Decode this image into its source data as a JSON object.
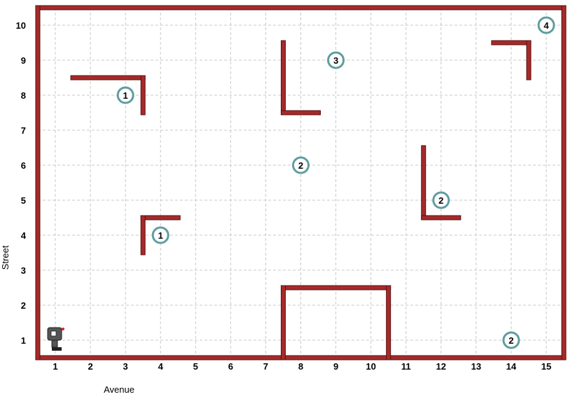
{
  "world": {
    "avenues": 15,
    "streets": 10,
    "colors": {
      "wall_fill": "#a52a2a",
      "wall_edge": "#5a1010",
      "grid": "#c8c8c8",
      "beeper_ring": "#5f9ea0",
      "robot_body": "#555555"
    }
  },
  "axes": {
    "x_title": "Avenue",
    "y_title": "Street",
    "x_ticks": [
      "1",
      "2",
      "3",
      "4",
      "5",
      "6",
      "7",
      "8",
      "9",
      "10",
      "11",
      "12",
      "13",
      "14",
      "15"
    ],
    "y_ticks": [
      "1",
      "2",
      "3",
      "4",
      "5",
      "6",
      "7",
      "8",
      "9",
      "10"
    ]
  },
  "walls": [
    {
      "from": [
        1.5,
        8.5
      ],
      "to": [
        3.5,
        8.5
      ]
    },
    {
      "from": [
        3.5,
        8.5
      ],
      "to": [
        3.5,
        7.5
      ]
    },
    {
      "from": [
        7.5,
        9.5
      ],
      "to": [
        7.5,
        7.5
      ]
    },
    {
      "from": [
        7.5,
        7.5
      ],
      "to": [
        8.5,
        7.5
      ]
    },
    {
      "from": [
        13.5,
        9.5
      ],
      "to": [
        14.5,
        9.5
      ]
    },
    {
      "from": [
        14.5,
        9.5
      ],
      "to": [
        14.5,
        8.5
      ]
    },
    {
      "from": [
        3.5,
        4.5
      ],
      "to": [
        4.5,
        4.5
      ]
    },
    {
      "from": [
        3.5,
        4.5
      ],
      "to": [
        3.5,
        3.5
      ]
    },
    {
      "from": [
        11.5,
        6.5
      ],
      "to": [
        11.5,
        4.5
      ]
    },
    {
      "from": [
        11.5,
        4.5
      ],
      "to": [
        12.5,
        4.5
      ]
    },
    {
      "from": [
        7.5,
        2.5
      ],
      "to": [
        10.5,
        2.5
      ]
    },
    {
      "from": [
        7.5,
        2.5
      ],
      "to": [
        7.5,
        0.5
      ]
    },
    {
      "from": [
        10.5,
        2.5
      ],
      "to": [
        10.5,
        0.5
      ]
    }
  ],
  "beepers": [
    {
      "avenue": 3,
      "street": 8,
      "count": "1"
    },
    {
      "avenue": 9,
      "street": 9,
      "count": "3"
    },
    {
      "avenue": 15,
      "street": 10,
      "count": "4"
    },
    {
      "avenue": 8,
      "street": 6,
      "count": "2"
    },
    {
      "avenue": 12,
      "street": 5,
      "count": "2"
    },
    {
      "avenue": 4,
      "street": 4,
      "count": "1"
    },
    {
      "avenue": 14,
      "street": 1,
      "count": "2"
    }
  ],
  "robot": {
    "avenue": 1,
    "street": 1,
    "facing": "east"
  }
}
